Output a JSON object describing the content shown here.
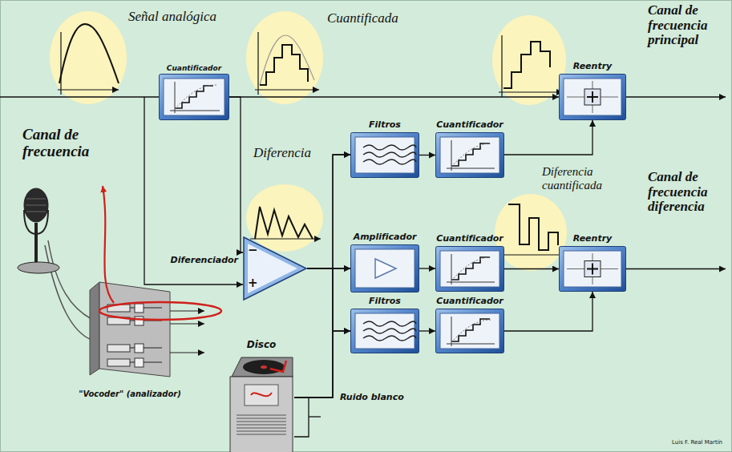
{
  "diagram": {
    "nodes": [
      {
        "text": [
          "Cuantificador"
        ]
      },
      {
        "text": [
          "Reentry"
        ]
      },
      {
        "text": [
          "Filtros"
        ]
      },
      {
        "text": [
          "Cuantificador"
        ]
      },
      {
        "text": [
          "Diferenciador"
        ]
      },
      {
        "text": [
          "Amplificador"
        ]
      },
      {
        "text": [
          "Cuantificador"
        ]
      },
      {
        "text": [
          "Reentry"
        ]
      },
      {
        "text": [
          "Filtros"
        ]
      },
      {
        "text": [
          "Cuantificador"
        ]
      },
      {
        "text": [
          "\"Vocoder\" (analizador)"
        ]
      },
      {
        "text": [
          "Disco"
        ]
      }
    ],
    "edges": [
      {
        "from": 0,
        "to": 1,
        "arrow": "to"
      },
      {
        "from": 0,
        "to": 4,
        "arrow": "to"
      },
      {
        "from": 4,
        "to": 2,
        "arrow": "to"
      },
      {
        "from": 4,
        "to": 5,
        "arrow": "to"
      },
      {
        "from": 4,
        "to": 8,
        "arrow": "to"
      },
      {
        "from": 2,
        "to": 3,
        "arrow": "to"
      },
      {
        "from": 3,
        "to": 1,
        "arrow": "to"
      },
      {
        "from": 5,
        "to": 6,
        "arrow": "to"
      },
      {
        "from": 6,
        "to": 7,
        "arrow": "to"
      },
      {
        "from": 8,
        "to": 9,
        "arrow": "to"
      },
      {
        "from": 9,
        "to": 7,
        "arrow": "to"
      },
      {
        "from": 11,
        "to": 2,
        "arrow": "to"
      },
      {
        "from": 11,
        "to": 5,
        "arrow": "to"
      },
      {
        "from": 11,
        "to": 8,
        "arrow": "to"
      }
    ],
    "labels": [
      "Señal analógica",
      "Cuantificada",
      "Canal de frecuencia principal",
      "Canal de frecuencia",
      "Diferencia",
      "Diferencia cuantificada",
      "Canal de frecuencia diferencia",
      "−",
      "+",
      "Ruido blanco",
      "Luis F. Real Martín"
    ]
  }
}
